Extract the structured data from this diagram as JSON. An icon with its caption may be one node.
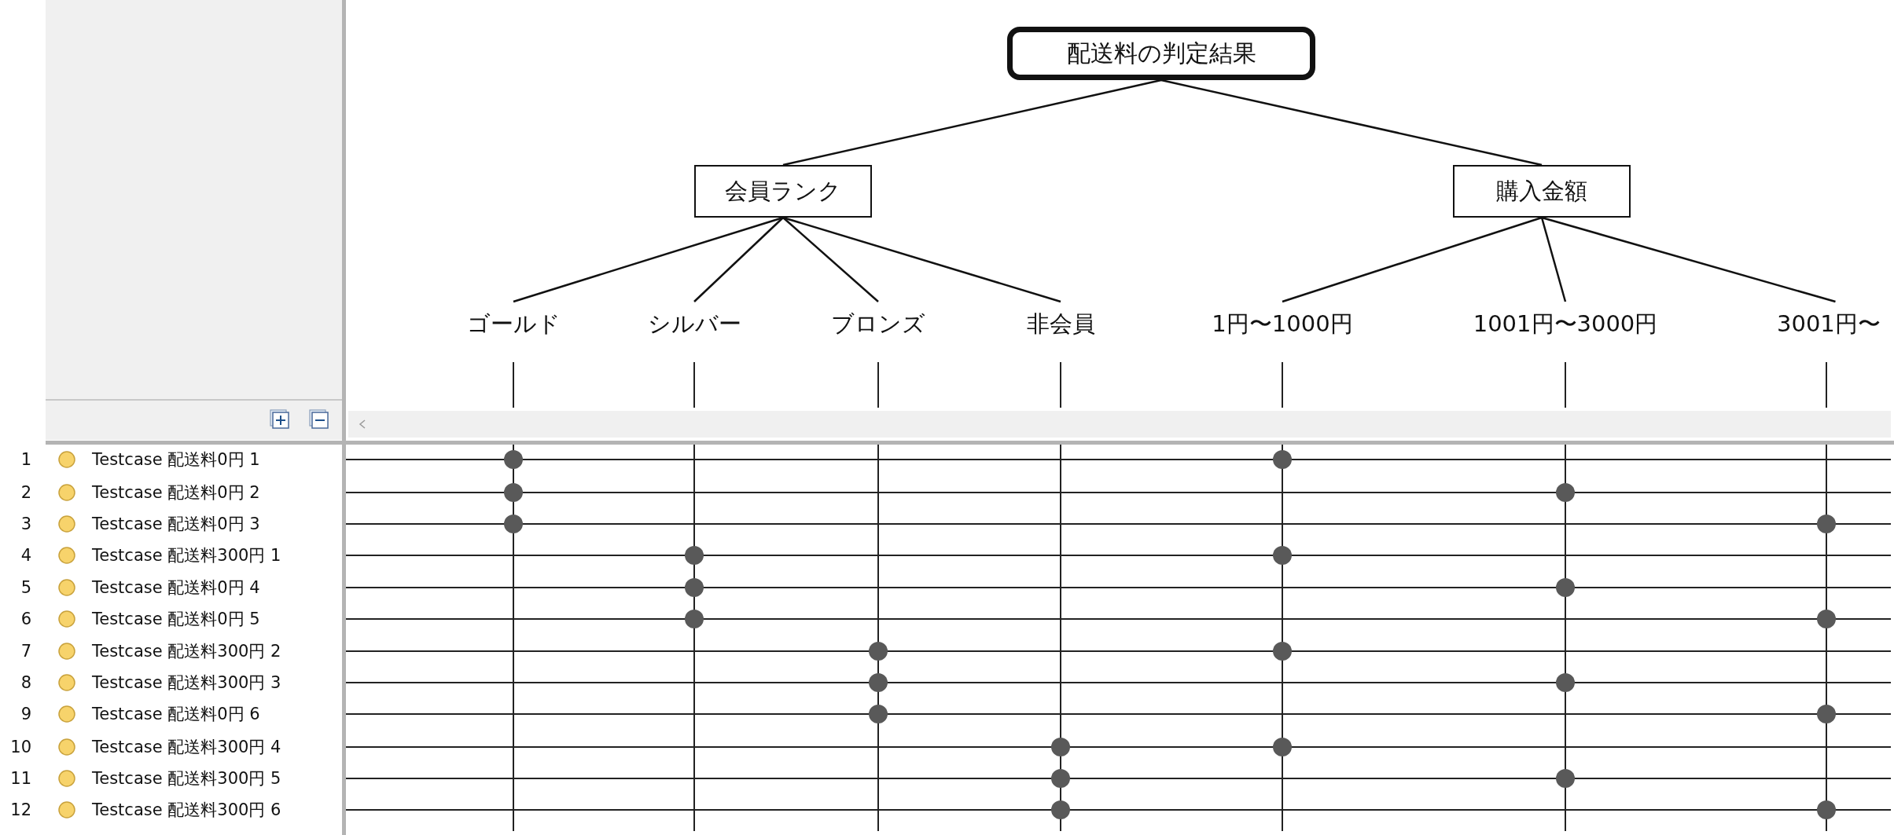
{
  "diagram": {
    "nodes": [
      {
        "text": [
          "配送料の判定結果"
        ]
      },
      {
        "text": [
          "会員ランク"
        ]
      },
      {
        "text": [
          "購入金額"
        ]
      },
      {
        "text": [
          "ゴールド"
        ]
      },
      {
        "text": [
          "シルバー"
        ]
      },
      {
        "text": [
          "ブロンズ"
        ]
      },
      {
        "text": [
          "非会員"
        ]
      },
      {
        "text": [
          "1円〜1000円"
        ]
      },
      {
        "text": [
          "1001円〜3000円"
        ]
      },
      {
        "text": [
          "3001円〜"
        ]
      }
    ],
    "edges": [
      {
        "from": 0,
        "to": 1,
        "arrow": "none"
      },
      {
        "from": 0,
        "to": 2,
        "arrow": "none"
      },
      {
        "from": 1,
        "to": 3,
        "arrow": "none"
      },
      {
        "from": 1,
        "to": 4,
        "arrow": "none"
      },
      {
        "from": 1,
        "to": 5,
        "arrow": "none"
      },
      {
        "from": 1,
        "to": 6,
        "arrow": "none"
      },
      {
        "from": 2,
        "to": 7,
        "arrow": "none"
      },
      {
        "from": 2,
        "to": 8,
        "arrow": "none"
      },
      {
        "from": 2,
        "to": 9,
        "arrow": "none"
      }
    ],
    "labels": [
      "1",
      "Testcase 配送料0円 1",
      "2",
      "Testcase 配送料0円 2",
      "3",
      "Testcase 配送料0円 3",
      "4",
      "Testcase 配送料300円 1",
      "5",
      "Testcase 配送料0円 4",
      "6",
      "Testcase 配送料0円 5",
      "7",
      "Testcase 配送料300円 2",
      "8",
      "Testcase 配送料300円 3",
      "9",
      "Testcase 配送料0円 6",
      "10",
      "Testcase 配送料300円 4",
      "11",
      "Testcase 配送料300円 5",
      "12",
      "Testcase 配送料300円 6"
    ]
  }
}
